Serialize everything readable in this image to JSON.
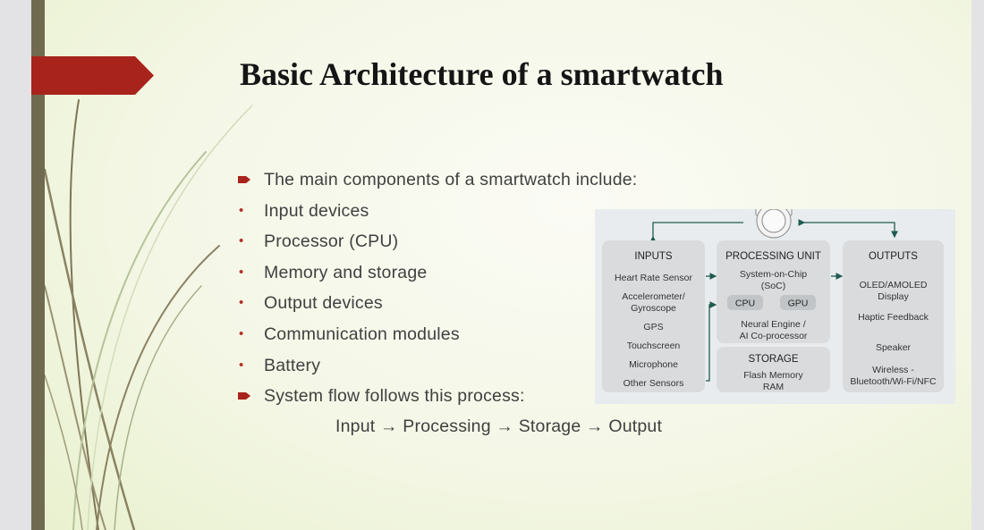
{
  "slide": {
    "title": "Basic Architecture of a smartwatch",
    "bullets": [
      {
        "text": "The main components of a smartwatch include:",
        "marker": "arrow"
      },
      {
        "text": "Input devices",
        "marker": "dot"
      },
      {
        "text": "Processor (CPU)",
        "marker": "dot"
      },
      {
        "text": "Memory and storage",
        "marker": "dot"
      },
      {
        "text": "Output devices",
        "marker": "dot"
      },
      {
        "text": "Communication modules",
        "marker": "dot"
      },
      {
        "text": "Battery",
        "marker": "dot"
      },
      {
        "text": "System flow follows this process:",
        "marker": "arrow"
      }
    ],
    "flow": "Input → Processing → Storage → Output",
    "colors": {
      "accent_red": "#a8231c",
      "bar": "#6f6a50",
      "bullet": "#b4322a",
      "diagram_line": "#1f5c52"
    }
  },
  "diagram": {
    "inputs": {
      "title": "INPUTS",
      "items": [
        "Heart Rate Sensor",
        "Accelerometer/",
        "Gyroscope",
        "GPS",
        "Touchscreen",
        "Microphone",
        "Other Sensors"
      ]
    },
    "processing": {
      "title": "PROCESSING UNIT",
      "soc1": "System-on-Chip",
      "soc2": "(SoC)",
      "cpu": "CPU",
      "gpu": "GPU",
      "ne1": "Neural Engine /",
      "ne2": "AI Co-processor"
    },
    "storage": {
      "title": "STORAGE",
      "line1": "Flash Memory",
      "line2": "RAM"
    },
    "outputs": {
      "title": "OUTPUTS",
      "items": [
        "OLED/AMOLED",
        "Display",
        "Haptic Feedback",
        "Speaker",
        "Wireless -",
        "Bluetooth/Wi-Fi/NFC"
      ]
    }
  }
}
